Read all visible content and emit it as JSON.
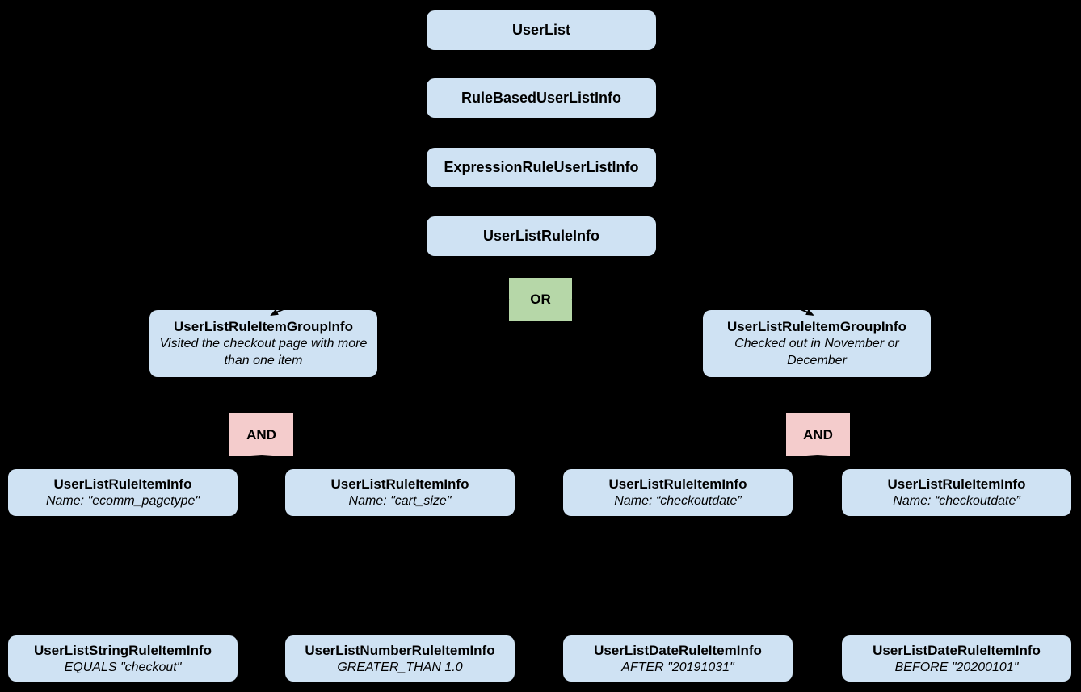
{
  "diagram": {
    "colors": {
      "background": "#000000",
      "node_fill": "#cfe2f3",
      "or_fill": "#b6d7a8",
      "and_fill": "#f4cccc",
      "text": "#000000"
    },
    "chain": [
      {
        "label": "UserList"
      },
      {
        "label": "RuleBasedUserListInfo"
      },
      {
        "label": "ExpressionRuleUserListInfo"
      },
      {
        "label": "UserListRuleInfo"
      }
    ],
    "or_label": "OR",
    "groups": [
      {
        "title": "UserListRuleItemGroupInfo",
        "description": "Visited the checkout page with more than one item",
        "and_label": "AND",
        "items": [
          {
            "title": "UserListRuleItemInfo",
            "subtitle": "Name: \"ecomm_pagetype\"",
            "operand": {
              "title": "UserListStringRuleItemInfo",
              "subtitle": "EQUALS \"checkout\""
            }
          },
          {
            "title": "UserListRuleItemInfo",
            "subtitle": "Name: \"cart_size\"",
            "operand": {
              "title": "UserListNumberRuleItemInfo",
              "subtitle": "GREATER_THAN 1.0"
            }
          }
        ]
      },
      {
        "title": "UserListRuleItemGroupInfo",
        "description": "Checked out in November or December",
        "and_label": "AND",
        "items": [
          {
            "title": "UserListRuleItemInfo",
            "subtitle": "Name: “checkoutdate”",
            "operand": {
              "title": "UserListDateRuleItemInfo",
              "subtitle": "AFTER \"20191031\""
            }
          },
          {
            "title": "UserListRuleItemInfo",
            "subtitle": "Name: “checkoutdate”",
            "operand": {
              "title": "UserListDateRuleItemInfo",
              "subtitle": "BEFORE \"20200101\""
            }
          }
        ]
      }
    ]
  }
}
